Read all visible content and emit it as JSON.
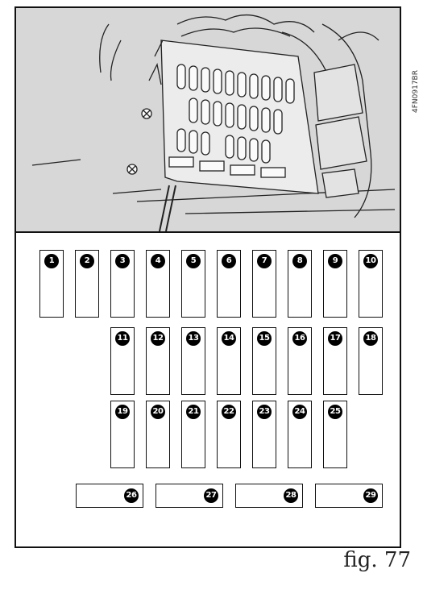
{
  "caption": "fig. 77",
  "figure_code": "4FN0917BR",
  "fuses": {
    "row1": [
      "1",
      "2",
      "3",
      "4",
      "5",
      "6",
      "7",
      "8",
      "9",
      "10"
    ],
    "row2": [
      "11",
      "12",
      "13",
      "14",
      "15",
      "16",
      "17",
      "18"
    ],
    "row3": [
      "19",
      "20",
      "21",
      "22",
      "23",
      "24",
      "25"
    ],
    "row4": [
      "26",
      "27",
      "28",
      "29"
    ]
  },
  "colors": {
    "line": "#111111",
    "illustration_bg": "#d7d7d7",
    "badge": "#000000"
  }
}
